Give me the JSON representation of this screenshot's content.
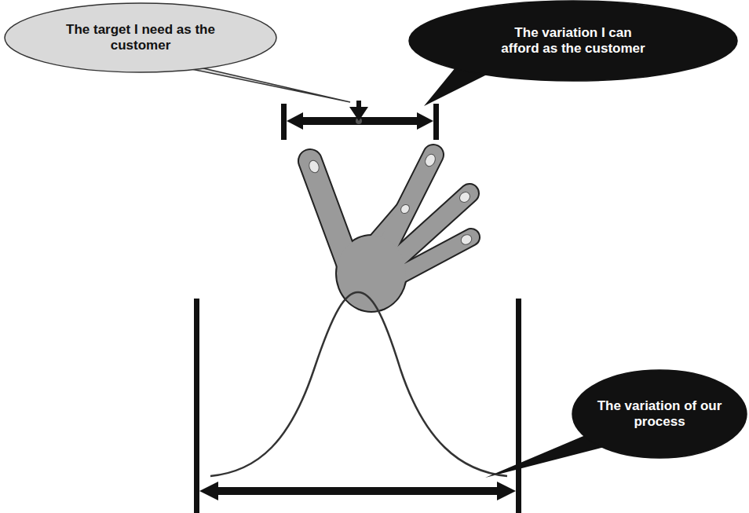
{
  "diagram": {
    "nodes": [
      {
        "text": [
          "The target I need as the customer"
        ]
      },
      {
        "text": [
          "The variation I can afford as the customer"
        ]
      },
      {
        "text": [
          "The variation of our process"
        ]
      }
    ]
  }
}
